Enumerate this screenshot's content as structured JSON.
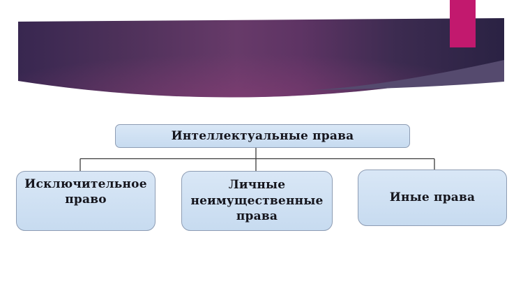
{
  "colors": {
    "background": "#ffffff",
    "banner_dark_left": "#382750",
    "banner_indigo": "#4c3059",
    "banner_purple_mid": "#673a69",
    "banner_purple_mid2": "#5e3464",
    "banner_dark_right2": "#3c2b50",
    "banner_dark_right": "#2a2243",
    "banner_glow": "#8d3f78",
    "banner_wedge": "#554a6e",
    "accent_bar": "#c2196e",
    "node_fill_top": "#d9e7f6",
    "node_fill_bottom": "#c7dbf0",
    "node_border": "#8d9cb3",
    "node_text": "#15151d",
    "connector": "#3a3a3a"
  },
  "diagram": {
    "root": {
      "label": "Интеллектуальные права"
    },
    "children": [
      {
        "label": "Исключительное право"
      },
      {
        "label": "Личные неимущественные права"
      },
      {
        "label": "Иные права"
      }
    ]
  }
}
